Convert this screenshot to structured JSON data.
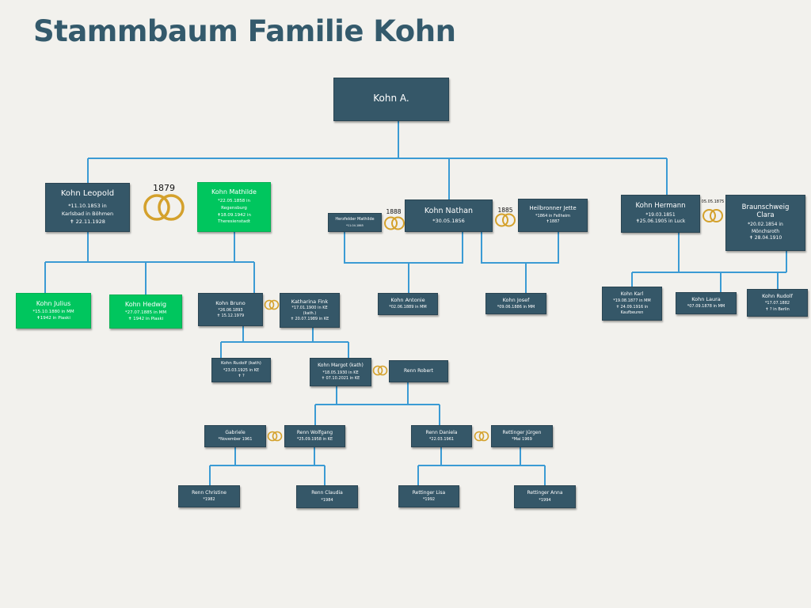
{
  "title": "Stammbaum Familie Kohn",
  "colors": {
    "box": "#355768",
    "alive": "#00c65e",
    "line": "#3b9bd4",
    "ring": "#d4a12c"
  },
  "people": {
    "kohn_a": {
      "name": "Kohn A."
    },
    "leopold": {
      "name": "Kohn Leopold",
      "l1": "*11.10.1853 in",
      "l2": "Karlsbad in Böhmen",
      "l3": "✝ 22.11.1928"
    },
    "mathilde": {
      "name": "Kohn Mathilde",
      "l1": "*22.05.1858 in",
      "l2": "Regensburg",
      "l3": "✝18.09.1942 in",
      "l4": "Theresienstadt"
    },
    "herzfelder": {
      "name": "Herzfelder Mathilde",
      "l1": "*11.04.1865"
    },
    "nathan": {
      "name": "Kohn Nathan",
      "l1": "*30.05.1856"
    },
    "heilbronner": {
      "name": "Heilbronner Jette",
      "l1": "*1864 in Fellheim",
      "l2": "✝1887"
    },
    "hermann": {
      "name": "Kohn Hermann",
      "l1": "*19.03.1851",
      "l2": "✝25.06.1905 in Luck"
    },
    "braunschweig": {
      "name": "Braunschweig Clara",
      "l1": "*20.02.1854 in",
      "l2": "Mönchsroth",
      "l3": "✝ 28.04.1910"
    },
    "julius": {
      "name": "Kohn Julius",
      "l1": "*15.10.1880 in MM",
      "l2": "✝1942 in Piaski"
    },
    "hedwig": {
      "name": "Kohn Hedwig",
      "l1": "*27.07.1885 in MM",
      "l2": "✝ 1942 in Piaski"
    },
    "bruno": {
      "name": "Kohn Bruno",
      "l1": "*26.06.1893",
      "l2": "✝ 15.12.1979"
    },
    "katharina": {
      "name": "Katharina Fink",
      "l1": "*17.01.1900 in KE",
      "l2": "(kath.)",
      "l3": "✝ 20.07.1989 in KE"
    },
    "antonie": {
      "name": "Kohn Antonie",
      "l1": "*02.06.1889 in MM"
    },
    "josef": {
      "name": "Kohn Josef",
      "l1": "*09.06.1886 in MM"
    },
    "karl": {
      "name": "Kohn Karl",
      "l1": "*19.08.1877 in MM",
      "l2": "✝ 24.09.1916 in",
      "l3": "Kaufbeuren"
    },
    "laura": {
      "name": "Kohn Laura",
      "l1": "*07.09.1878 in MM"
    },
    "rudolf_h": {
      "name": "Kohn Rudolf",
      "l1": "*17.07.1882",
      "l2": "✝ ? in Berlin"
    },
    "rudolf_b": {
      "name": "Kohn Rudolf (kath)",
      "l1": "*23.03.1925 in KE",
      "l2": "✝ ?"
    },
    "margot": {
      "name": "Kohn Margot (kath)",
      "l1": "*18.05.1930 in KE",
      "l2": "✝ 07.10.2021 in KE"
    },
    "robert": {
      "name": "Renn Robert"
    },
    "gabriele": {
      "name": "Gabriele",
      "l1": "*November 1961"
    },
    "wolfgang": {
      "name": "Renn Wolfgang",
      "l1": "*25.09.1958 in KE"
    },
    "daniela": {
      "name": "Renn Daniela",
      "l1": "*22.03.1961"
    },
    "juergen": {
      "name": "Rettinger Jürgen",
      "l1": "*Mai 1969"
    },
    "christine": {
      "name": "Renn Christine",
      "l1": "*1982"
    },
    "claudia": {
      "name": "Renn Claudia",
      "l1": "*1984"
    },
    "lisa": {
      "name": "Rettinger Lisa",
      "l1": "*1992"
    },
    "anna": {
      "name": "Rettinger Anna",
      "l1": "*1994"
    }
  },
  "marriages": {
    "leopold_mathilde": "1879",
    "herzfelder_nathan": "1888",
    "nathan_heilbronner": "1885",
    "hermann_braunschweig": "05.05.1875"
  }
}
